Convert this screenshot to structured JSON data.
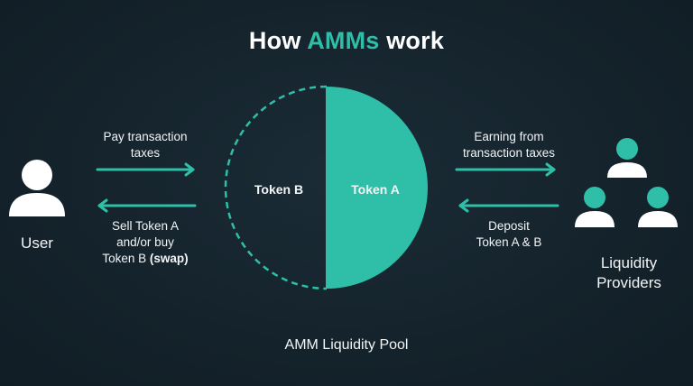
{
  "title": {
    "part1": "How ",
    "accent": "AMMs",
    "part2": " work"
  },
  "colors": {
    "background": "#15232c",
    "accent": "#2fbfa8",
    "text": "#ffffff"
  },
  "user": {
    "label": "User",
    "icon": "user-icon"
  },
  "left_arrows": {
    "top_label_line1": "Pay transaction",
    "top_label_line2": "taxes",
    "bottom_label_line1": "Sell Token A",
    "bottom_label_line2": "and/or buy",
    "bottom_label_line3": "Token B ",
    "bottom_label_bold": "(swap)"
  },
  "pool": {
    "token_b": "Token B",
    "token_a": "Token A",
    "caption": "AMM Liquidity Pool"
  },
  "right_arrows": {
    "top_label_line1": "Earning from",
    "top_label_line2": "transaction taxes",
    "bottom_label_line1": "Deposit",
    "bottom_label_line2": "Token A & B"
  },
  "providers": {
    "label_line1": "Liquidity",
    "label_line2": "Providers",
    "icon": "users-group-icon"
  }
}
